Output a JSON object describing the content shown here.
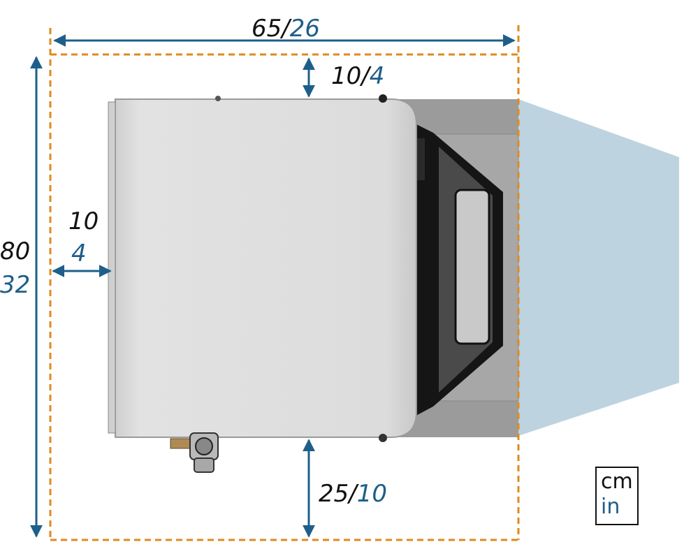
{
  "colors": {
    "clearance_line": "#e08a1e",
    "dimension_arrow": "#1d5f8a",
    "metric_text": "#111111",
    "imperial_text": "#1d5f8a",
    "cone": "#bdd3e0",
    "body_light": "#dedede",
    "body_dark": "#9b9b9b",
    "front_panel": "#151515"
  },
  "dimensions": {
    "width": {
      "cm": "65",
      "sep": "/",
      "in": "26"
    },
    "top": {
      "cm": "10",
      "sep": "/",
      "in": "4"
    },
    "left": {
      "cm": "10",
      "in": "4"
    },
    "height": {
      "cm": "80",
      "in": "32"
    },
    "bottom": {
      "cm": "25",
      "sep": "/",
      "in": "10"
    }
  },
  "legend": {
    "metric": "cm",
    "imperial": "in"
  }
}
